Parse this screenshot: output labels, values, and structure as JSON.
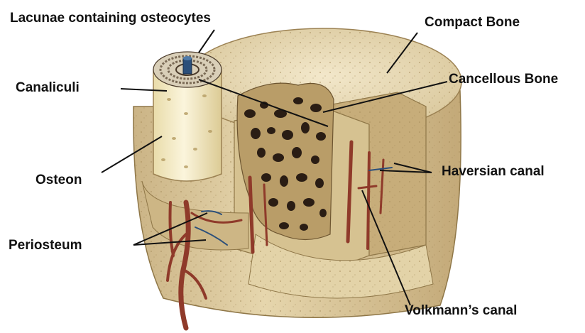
{
  "labels": {
    "lacunae": "Lacunae containing osteocytes",
    "compact_bone": "Compact Bone",
    "canaliculi": "Canaliculi",
    "cancellous_bone": "Cancellous Bone",
    "osteon": "Osteon",
    "haversian_canal": "Haversian canal",
    "periosteum": "Periosteum",
    "volkmanns_canal": "Volkmann’s canal"
  },
  "colors": {
    "bone_light": "#efe3c4",
    "bone_mid": "#d8c79c",
    "bone_dark": "#b49a67",
    "osteon": "#f6efc9",
    "vessel_red": "#8f3a2a",
    "vessel_blue": "#2b4f7a",
    "pore_dark": "#2a1d14",
    "label_text": "#111111"
  }
}
